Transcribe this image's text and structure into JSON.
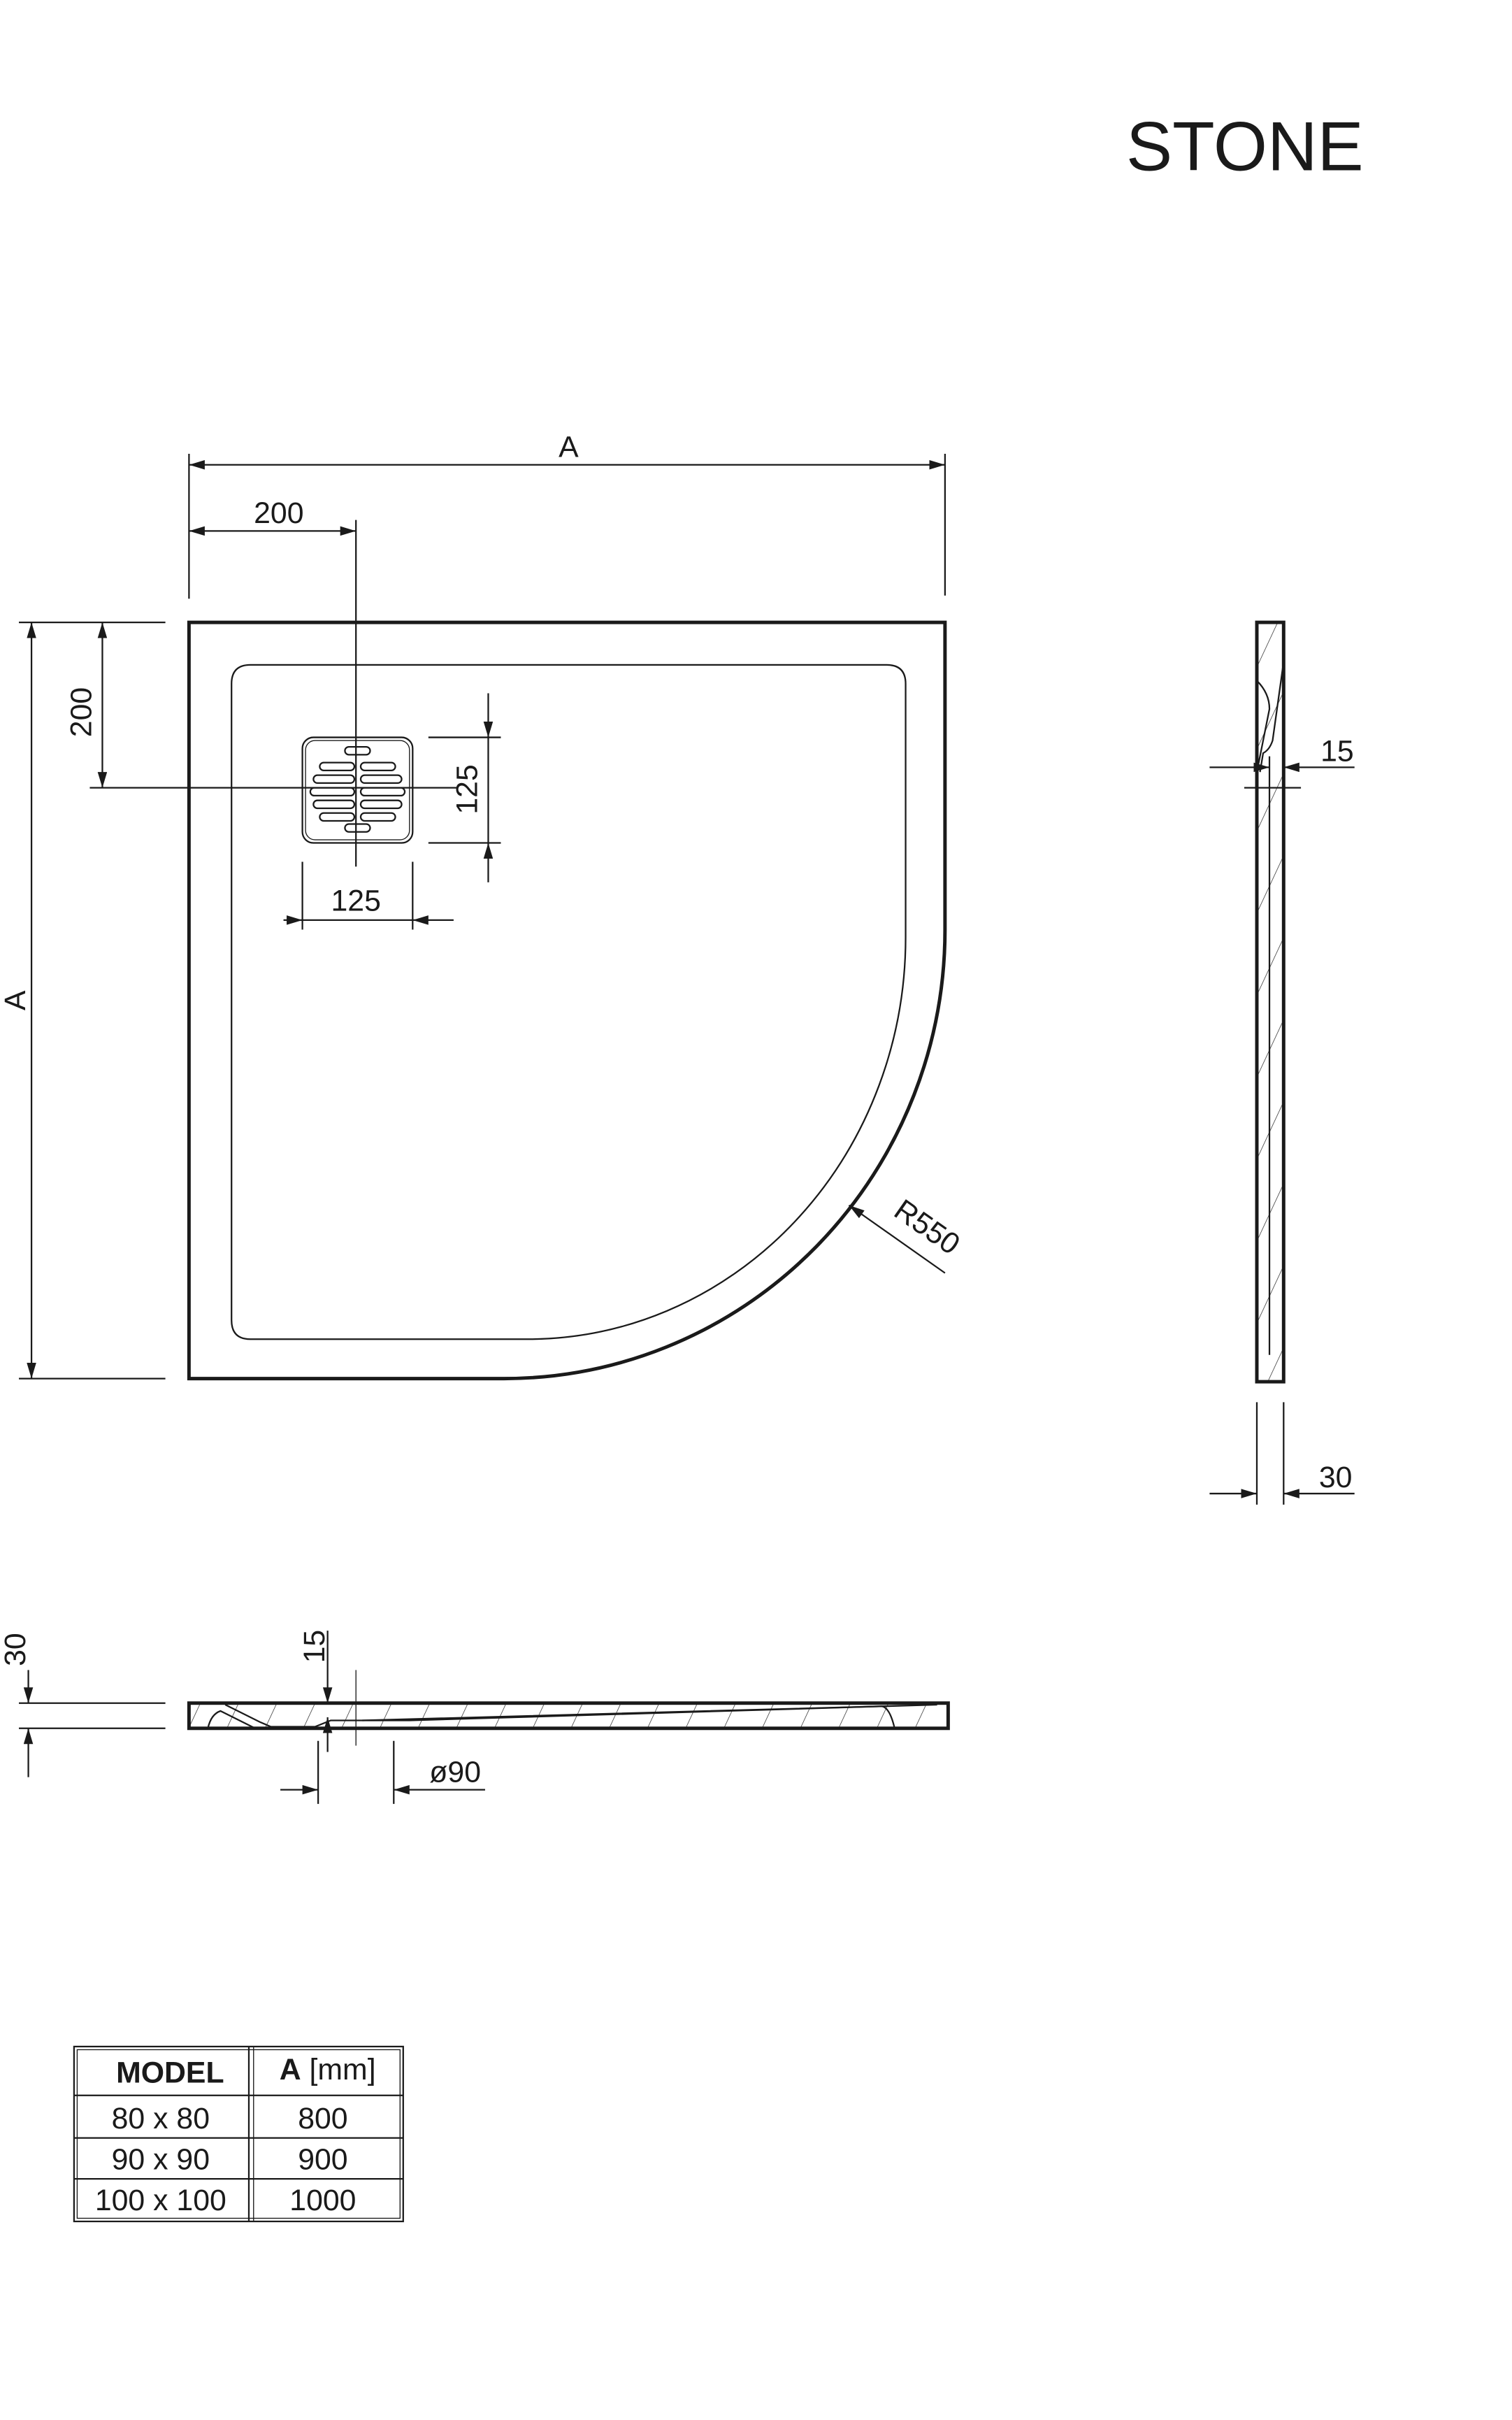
{
  "title": "STONE",
  "plan_view": {
    "width_label": "A",
    "height_label": "A",
    "drain_offset_x": "200",
    "drain_offset_y": "200",
    "drain_width": "125",
    "drain_height": "125",
    "radius_label": "R550"
  },
  "side_view": {
    "drain_depth": "15",
    "thickness": "30"
  },
  "section_view": {
    "thickness": "30",
    "drain_depth": "15",
    "drain_diameter": "ø90"
  },
  "table": {
    "headers": {
      "model": "MODEL",
      "a_bold": "A",
      "a_unit": " [mm]"
    },
    "rows": [
      {
        "model": "80 x 80",
        "a": "800"
      },
      {
        "model": "90 x 90",
        "a": "900"
      },
      {
        "model": "100 x 100",
        "a": "1000"
      }
    ]
  }
}
